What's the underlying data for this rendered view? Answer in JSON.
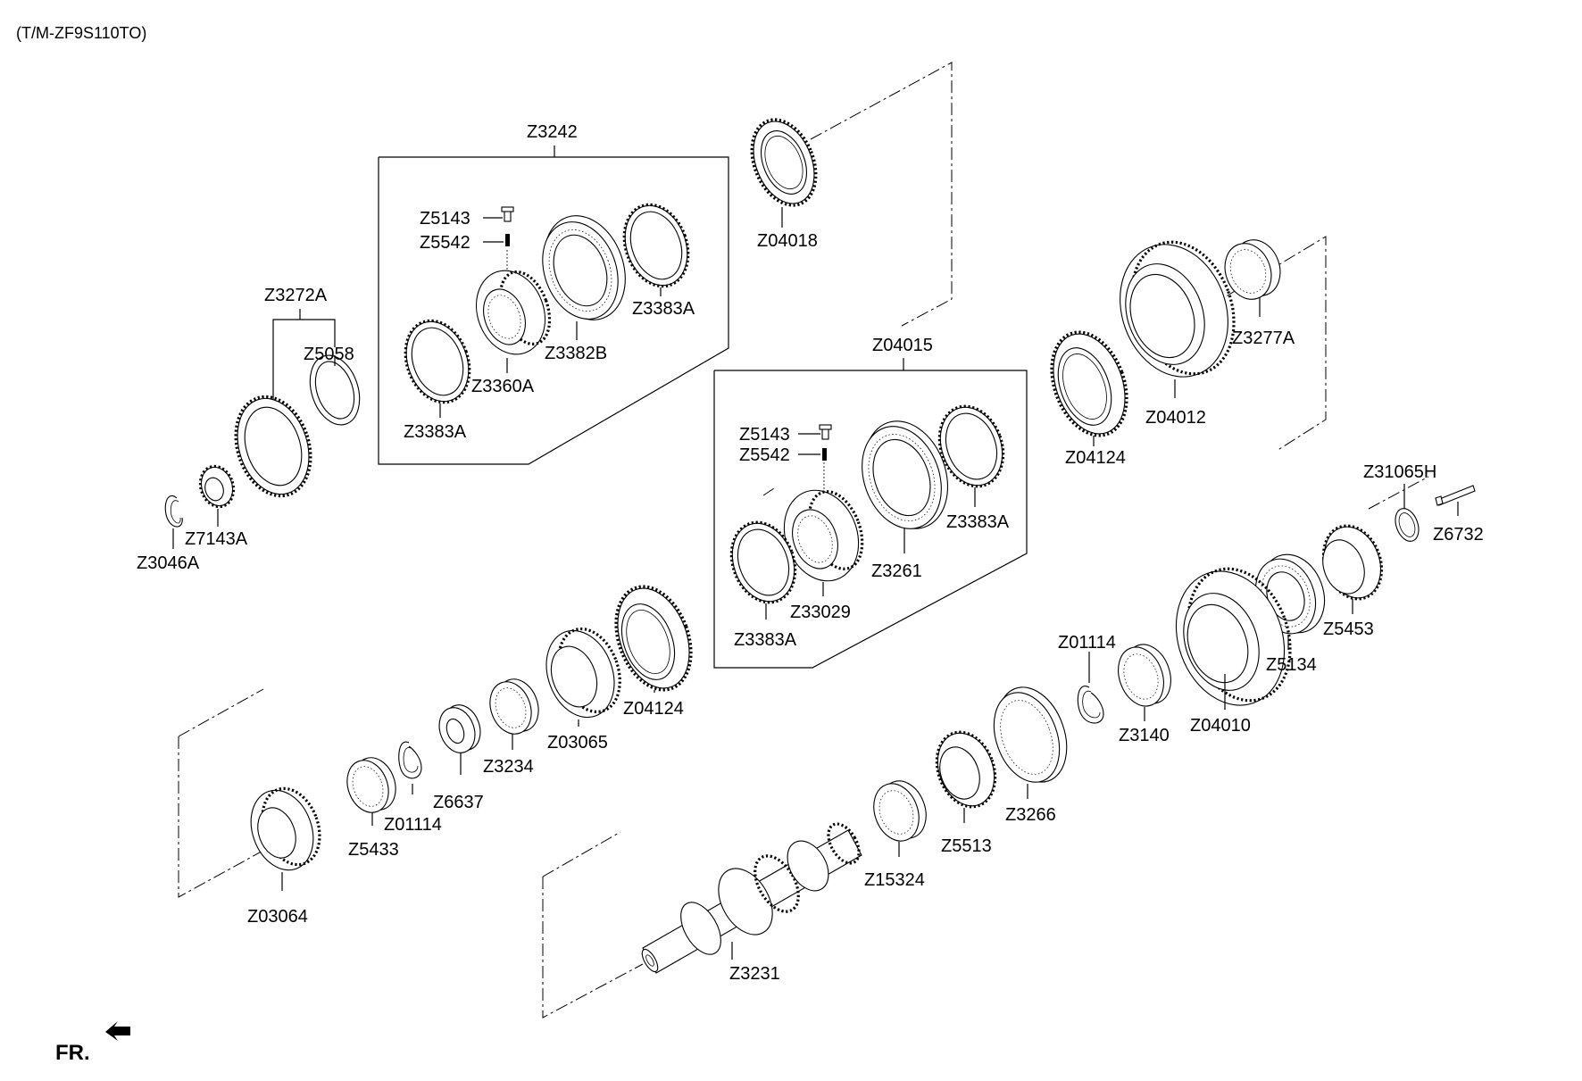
{
  "header": {
    "model_code": "(T/M-ZF9S110TO)"
  },
  "orientation": {
    "label": "FR."
  },
  "groups": [
    {
      "label": "Z3242"
    },
    {
      "label": "Z04015"
    },
    {
      "label": "Z3272A"
    }
  ],
  "parts": [
    {
      "label": "Z5143"
    },
    {
      "label": "Z5542"
    },
    {
      "label": "Z3383A"
    },
    {
      "label": "Z3382B"
    },
    {
      "label": "Z3360A"
    },
    {
      "label": "Z3383A"
    },
    {
      "label": "Z04018"
    },
    {
      "label": "Z5058"
    },
    {
      "label": "Z7143A"
    },
    {
      "label": "Z3046A"
    },
    {
      "label": "Z5143"
    },
    {
      "label": "Z5542"
    },
    {
      "label": "Z3383A"
    },
    {
      "label": "Z3261"
    },
    {
      "label": "Z33029"
    },
    {
      "label": "Z3383A"
    },
    {
      "label": "Z04124"
    },
    {
      "label": "Z04012"
    },
    {
      "label": "Z3277A"
    },
    {
      "label": "Z31065H"
    },
    {
      "label": "Z6732"
    },
    {
      "label": "Z5453"
    },
    {
      "label": "Z5134"
    },
    {
      "label": "Z04010"
    },
    {
      "label": "Z01114"
    },
    {
      "label": "Z3140"
    },
    {
      "label": "Z3266"
    },
    {
      "label": "Z5513"
    },
    {
      "label": "Z15324"
    },
    {
      "label": "Z3231"
    },
    {
      "label": "Z04124"
    },
    {
      "label": "Z03065"
    },
    {
      "label": "Z3234"
    },
    {
      "label": "Z6637"
    },
    {
      "label": "Z01114"
    },
    {
      "label": "Z5433"
    },
    {
      "label": "Z03064"
    }
  ]
}
